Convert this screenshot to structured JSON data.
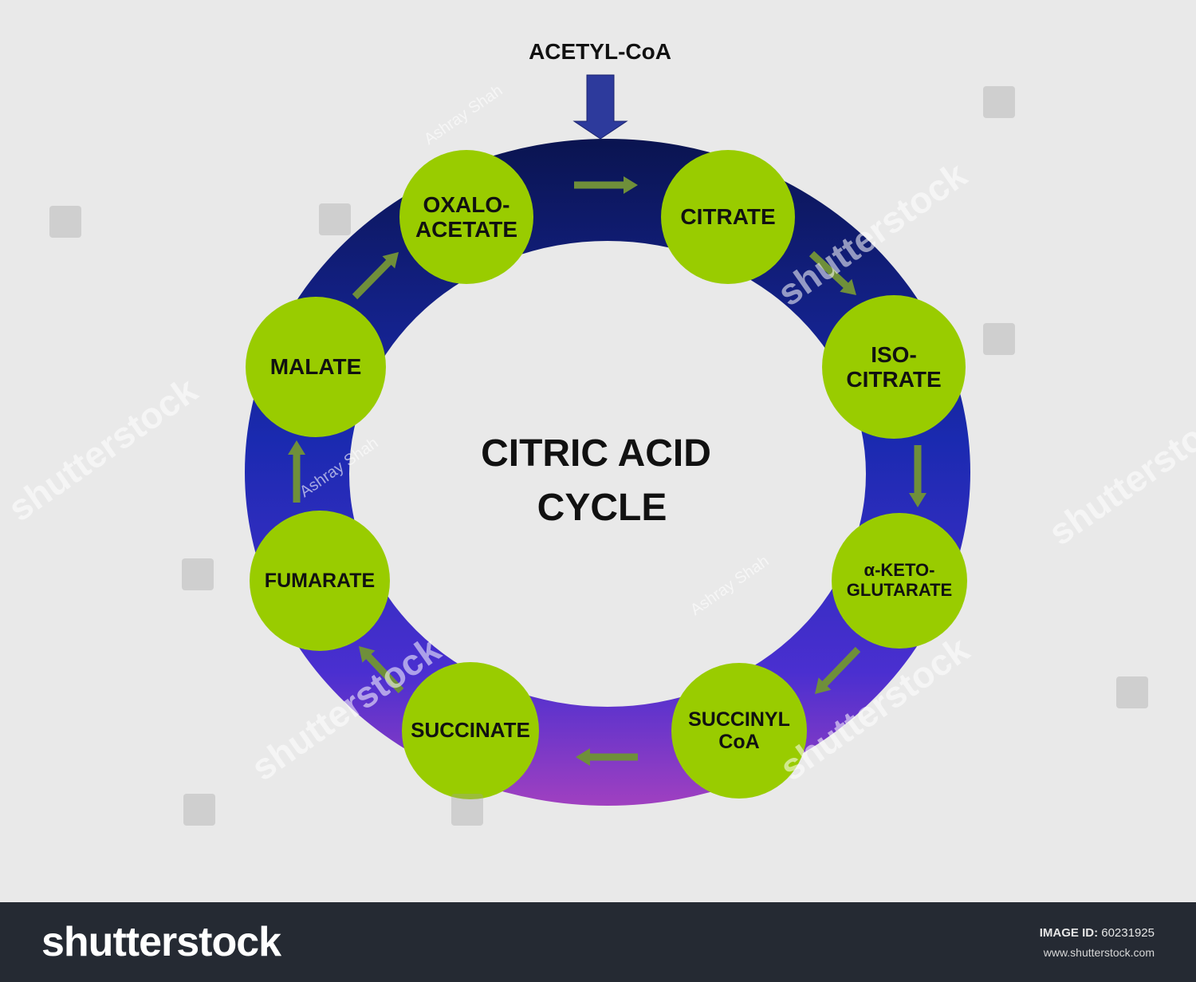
{
  "input_label": "ACETYL-CoA",
  "center_title": {
    "line1": "CITRIC ACID",
    "line2": "CYCLE"
  },
  "nodes": [
    {
      "id": "oxaloacetate",
      "label": "OXALO-\nACETATE"
    },
    {
      "id": "citrate",
      "label": "CITRATE"
    },
    {
      "id": "isocitrate",
      "label": "ISO-\nCITRATE"
    },
    {
      "id": "alpha-ketoglutarate",
      "label": "α-KETO-\nGLUTARATE"
    },
    {
      "id": "succinyl-coa",
      "label": "SUCCINYL\nCoA"
    },
    {
      "id": "succinate",
      "label": "SUCCINATE"
    },
    {
      "id": "fumarate",
      "label": "FUMARATE"
    },
    {
      "id": "malate",
      "label": "MALATE"
    }
  ],
  "colors": {
    "background": "#e9e9e9",
    "node_fill": "#99cc00",
    "ring_top": "#0a1450",
    "ring_middle": "#1a2ab0",
    "ring_bottom": "#9a3fc4",
    "arrow": "#6f8f3a",
    "input_arrow": "#2d3a9c",
    "footer": "#252a33"
  },
  "watermark": {
    "brand": "shutterstock",
    "author": "Ashray Shah",
    "image_id_label": "IMAGE ID:",
    "image_id": "60231925",
    "site": "www.shutterstock.com"
  }
}
